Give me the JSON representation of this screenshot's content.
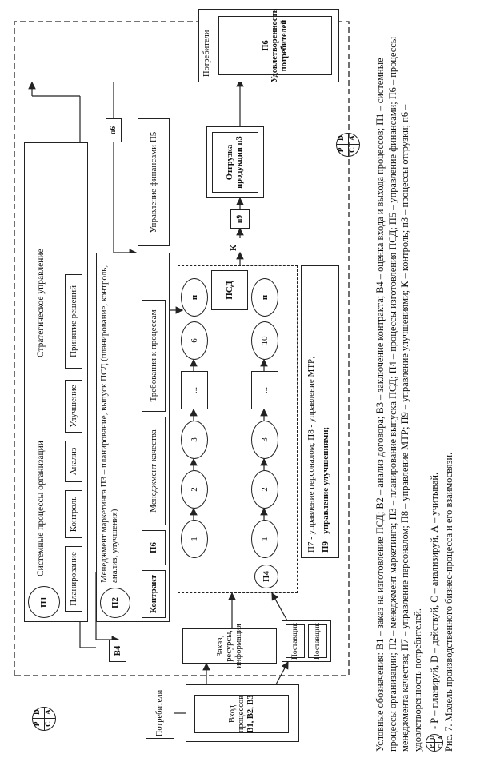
{
  "diagram": {
    "consumer_left": "Потребители",
    "process_input_title": "Вход процессов",
    "process_input_codes": "В1, В2, В3",
    "order_resources": "Заказ, ресурсы, информация",
    "b4_label": "В4",
    "contract": "Контракт",
    "supplier": "Поставщик",
    "p1": {
      "code": "П1",
      "title": "Системные процессы организации",
      "strategic": "Стратегическое управление",
      "items": [
        "Планирование",
        "Контроль",
        "Анализ",
        "Улучшение",
        "Принятие решений"
      ]
    },
    "p2": {
      "code": "П2",
      "title": "Менеджмент маркетинга П3 – планирование, выпуск ПСД (планирование, контроль, анализ, улучшения)",
      "p6": "П6",
      "quality": "Менеджмент качества",
      "requirements": "Требования к процессам",
      "finance": "Управление финансами П5"
    },
    "p4": {
      "code": "П4",
      "row1": [
        "1",
        "2",
        "3",
        "...",
        "6",
        "п"
      ],
      "row2": [
        "1",
        "2",
        "3",
        "...",
        "10",
        "п"
      ],
      "psd": "ПСД",
      "k_label": "К"
    },
    "p7_line1": "П7 - управление персоналом; П8 - управление МТР;",
    "p7_line2": "П9 - управление улучшениями;",
    "p9_label": "п9",
    "p6_small": "п6",
    "shipping": "Отгрузка продукции п3",
    "consumer_right": "Потребители",
    "satisfaction": "П6 Удовлетворенность потребителей",
    "pdca": {
      "p": "P",
      "d": "D",
      "c": "C",
      "a": "A"
    }
  },
  "legend": {
    "intro": "Условные обозначения: В1 – заказ на изготовление ПСД; В2 – анализ договора; В3 – заключение контракта; В4 – оценка входа и выхода процессов; П1 – системные процессы организации; П2 – менеджмент маркетинга; П3 – планирование выпуска ПСД; П4 – процессы изготовления ПСД; П5 – управление финансами; П6 – процессы менеджмента качества; П7 – управление персоналом; П8 – управление МТР; П9 – управление улучшениями; К – контроль; п3 – процессы отгрузки; п6 – удовлетворенность потребителей.",
    "pdca_text": "- Р – планируй, D – действуй, С – анализируй, А – учитывай.",
    "caption": "Рис. 7. Модель производственного бизнес-процесса и его взаимосвязи."
  }
}
